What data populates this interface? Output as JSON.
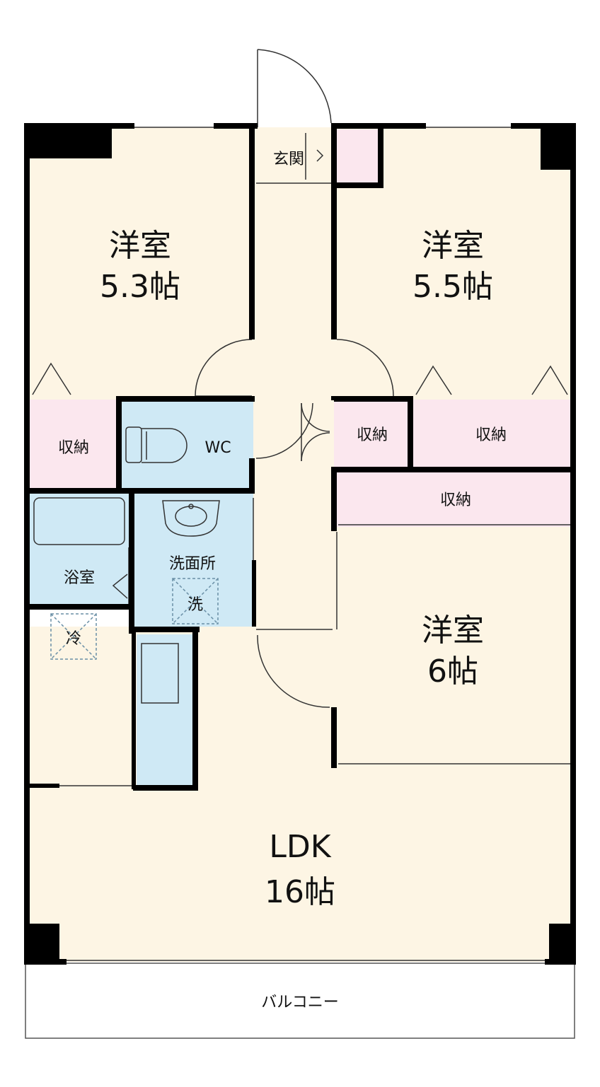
{
  "rooms": {
    "western_nw": {
      "name": "洋室",
      "size": "5.3帖"
    },
    "western_ne": {
      "name": "洋室",
      "size": "5.5帖"
    },
    "western_e": {
      "name": "洋室",
      "size": "6帖"
    },
    "ldk": {
      "name": "LDK",
      "size": "16帖"
    },
    "entrance": "玄関",
    "wc": "WC",
    "storage_w": "収納",
    "storage_c": "収納",
    "storage_e": "収納",
    "storage_long": "収納",
    "bath": "浴室",
    "washroom": "洗面所",
    "washer": "洗",
    "fridge": "冷",
    "balcony": "バルコニー"
  },
  "colors": {
    "floor": "#fdf5e4",
    "storage": "#fbe7ee",
    "wet": "#cfe9f5",
    "wall": "#000000",
    "balcony": "#ffffff"
  }
}
